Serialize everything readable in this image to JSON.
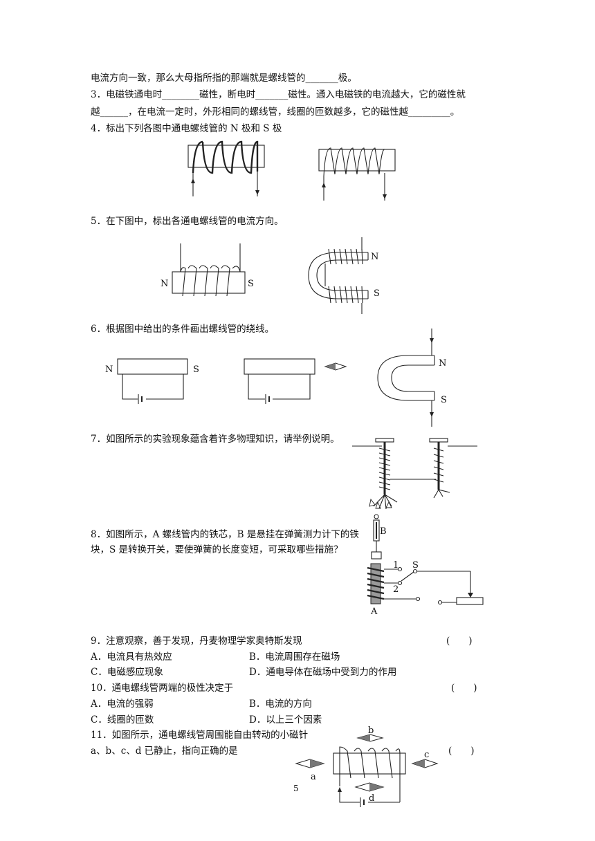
{
  "lines": {
    "l1": "电流方向一致，那么大母指所指的那端就是螺线管的_______极。",
    "l2": "3．电磁铁通电时________磁性，断电时_______磁性。通入电磁铁的电流越大，它的磁性就",
    "l3": "越______，在电流一定时，外形相同的螺线管，线圈的匝数越多，它的磁性越_________。",
    "l4": "4．标出下列各图中通电螺线管的 N 极和 S 极",
    "l5": "5．在下图中，标出各通电螺线管的电流方向。",
    "l6": "6．根据图中给出的条件画出螺线管的绕线。",
    "l7": "7．如图所示的实验现象蕴含着许多物理知识，请举例说明。",
    "l8": "8．如图所示，A 螺线管内的铁芯，B 是悬挂在弹簧测力计下的铁块，S 是转换开关，要使弹簧的长度变短，可采取哪些措施？",
    "q9": "9．注意观察，善于发现，丹麦物理学家奥特斯发现",
    "q9_paren": "(　　)",
    "q9_a": "A．电流具有热效应",
    "q9_b": "B．电流周围存在磁场",
    "q9_c": "C．电磁感应现象",
    "q9_d": "D．通电导体在磁场中受到力的作用",
    "q10": "10．通电螺线管两端的极性决定于",
    "q10_paren": "(　　)",
    "q10_a": "A．电流的强弱",
    "q10_b": "B．电流的方向",
    "q10_c": "C．线圈的匝数",
    "q10_d": "D．以上三个因素",
    "q11_1": "11．如图所示，通电螺线管周围能自由转动的小磁针",
    "q11_2": "a、b、c、d 已静止，指向正确的是",
    "q11_paren": "(　　)",
    "page_number": "5"
  },
  "labels": {
    "n": "N",
    "s": "S",
    "a_cap": "A",
    "b_cap": "B",
    "s_cap": "S",
    "one": "1",
    "two": "2",
    "a": "a",
    "b": "b",
    "c": "c",
    "d": "d"
  }
}
